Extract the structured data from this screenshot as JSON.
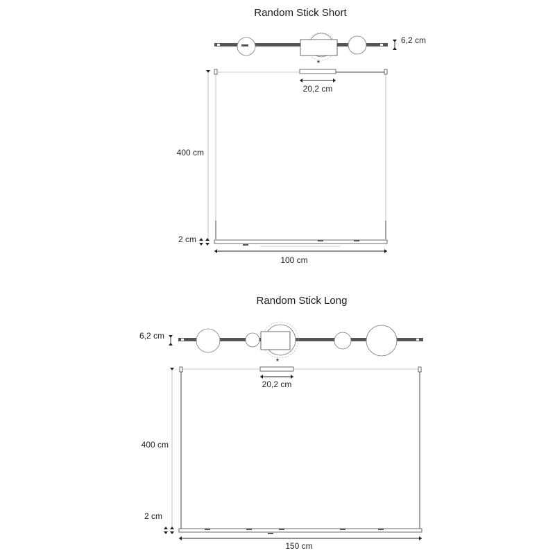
{
  "short": {
    "title": "Random Stick Short",
    "height_label": "6,2 cm",
    "canopy_label": "20,2 cm",
    "canopy_mark": "*",
    "drop_label": "400 cm",
    "thickness_label": "2 cm",
    "width_label": "100 cm"
  },
  "long": {
    "title": "Random Stick Long",
    "height_label": "6,2 cm",
    "canopy_label": "20,2 cm",
    "canopy_mark": "*",
    "drop_label": "400 cm",
    "thickness_label": "2 cm",
    "width_label": "150 cm"
  }
}
